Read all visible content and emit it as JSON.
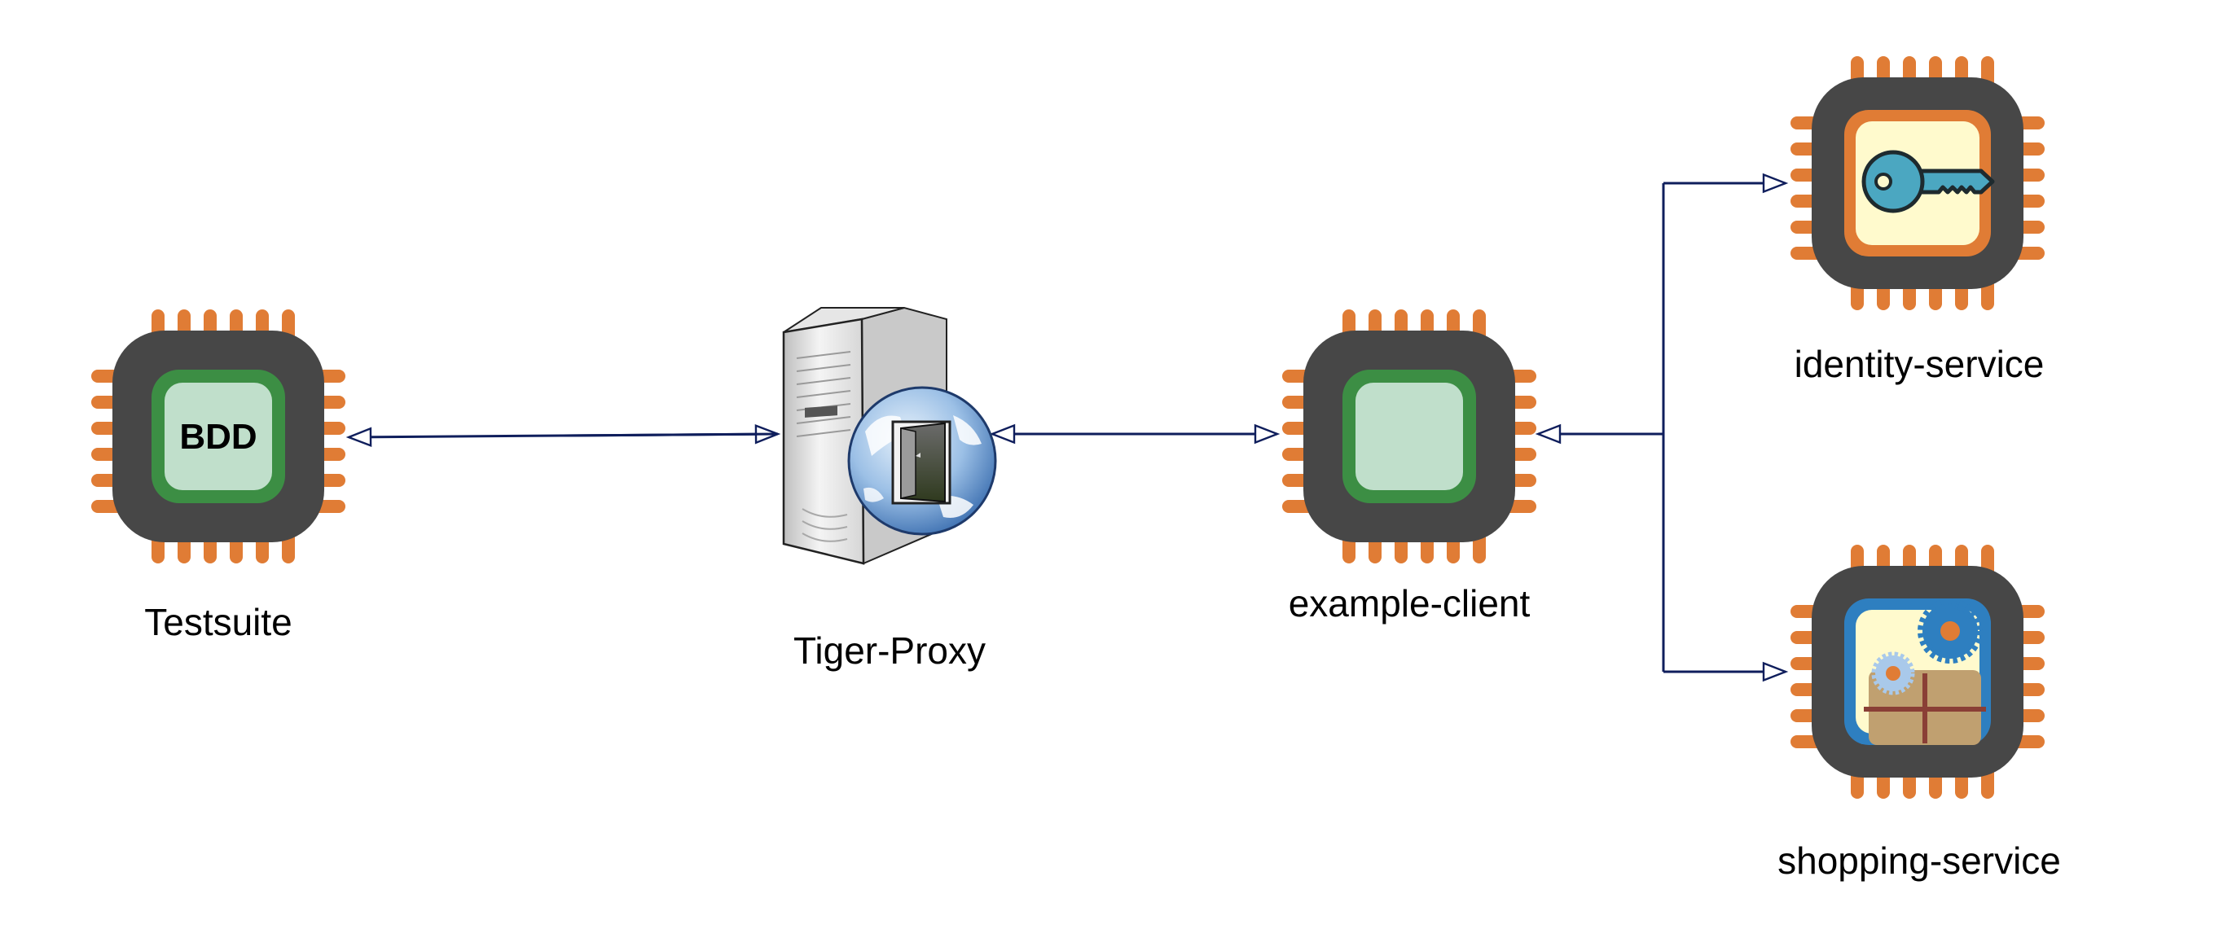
{
  "nodes": {
    "testsuite": {
      "label": "Testsuite",
      "chip_text": "BDD"
    },
    "tiger_proxy": {
      "label": "Tiger-Proxy"
    },
    "example_client": {
      "label": "example-client"
    },
    "identity_service": {
      "label": "identity-service",
      "icon": "key-icon"
    },
    "shopping_service": {
      "label": "shopping-service",
      "icon": "gears-package-icon"
    }
  },
  "edges": [
    {
      "from": "tiger_proxy",
      "to": "testsuite",
      "arrowheads": "both"
    },
    {
      "from": "tiger_proxy",
      "to": "example_client",
      "arrowheads": "both"
    },
    {
      "from": "example_client",
      "to": "identity_service",
      "arrowheads": "both"
    },
    {
      "from": "example_client",
      "to": "shopping_service",
      "arrowheads": "both"
    }
  ],
  "colors": {
    "chip_body": "#474747",
    "chip_pin": "#E07C35",
    "chip_green_border": "#3C8E44",
    "chip_green_fill": "#C0DFCB",
    "chip_yellow_fill": "#FFFACD",
    "chip_orange_border": "#E07C35",
    "chip_blue_border": "#2E7FC0",
    "connector": "#0F1E5C",
    "key": "#4BA7C1",
    "globe": "#3C6FB0"
  }
}
